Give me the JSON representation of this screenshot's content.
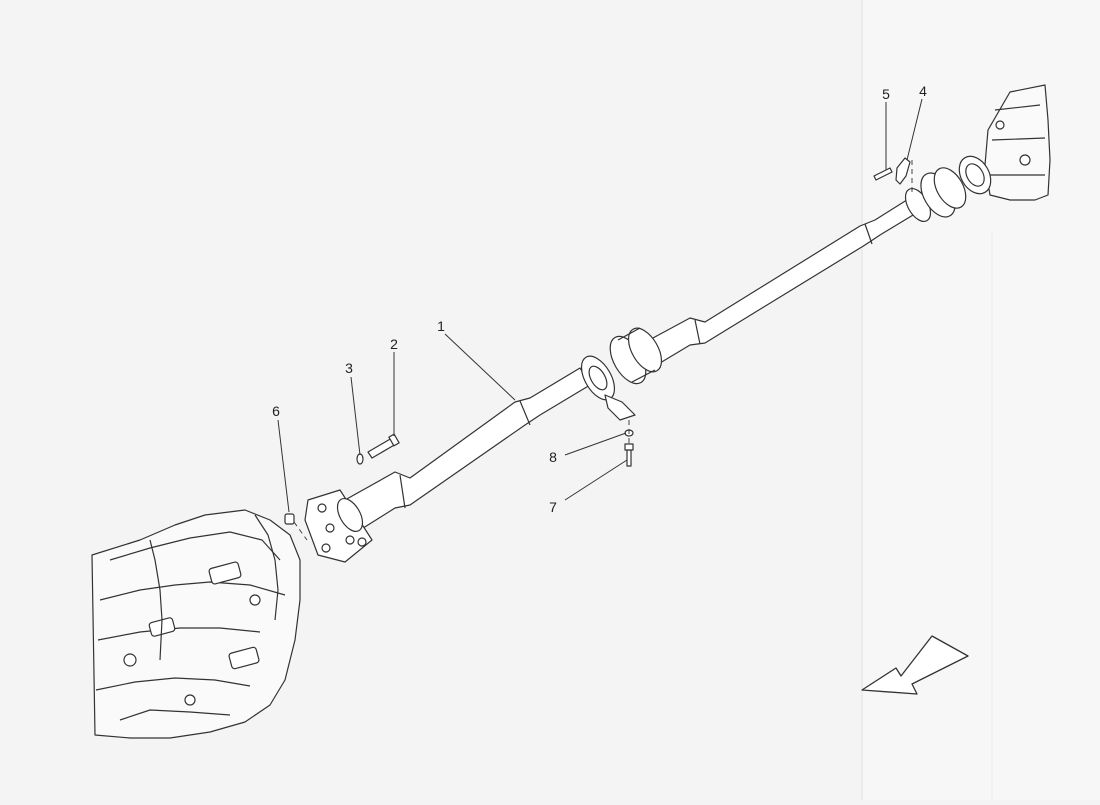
{
  "diagram": {
    "callouts": [
      {
        "id": "callout-1",
        "label": "1"
      },
      {
        "id": "callout-2",
        "label": "2"
      },
      {
        "id": "callout-3",
        "label": "3"
      },
      {
        "id": "callout-4",
        "label": "4"
      },
      {
        "id": "callout-5",
        "label": "5"
      },
      {
        "id": "callout-6",
        "label": "6"
      },
      {
        "id": "callout-7",
        "label": "7"
      },
      {
        "id": "callout-8",
        "label": "8"
      }
    ],
    "colors": {
      "background": "#f4f4f4",
      "line": "#333333",
      "shaft_fill": "#ffffff"
    },
    "icons": [
      "direction-arrow-icon"
    ]
  }
}
